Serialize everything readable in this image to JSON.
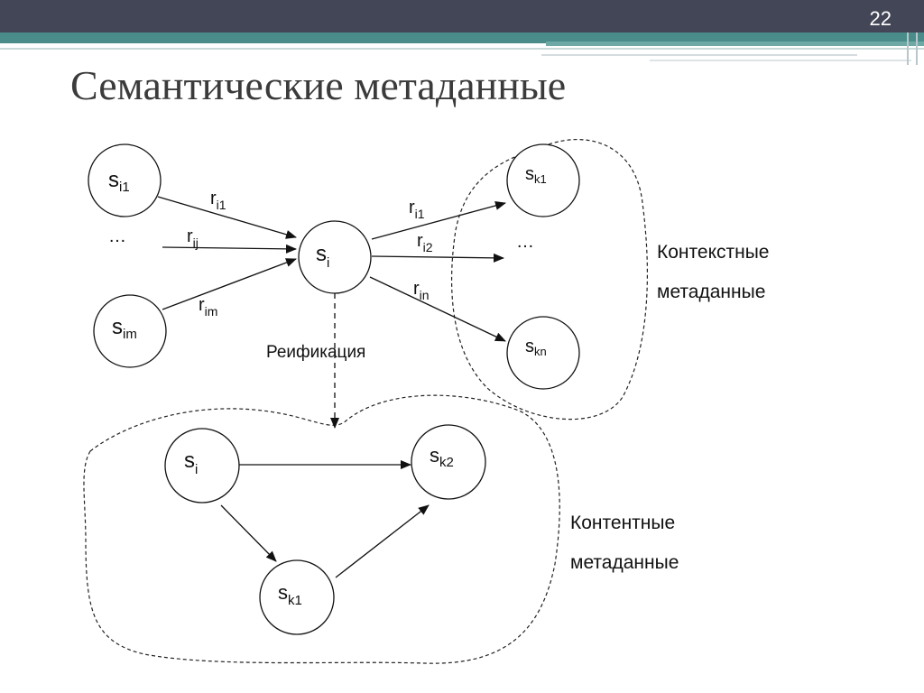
{
  "slide": {
    "number": "22",
    "title": "Семантические метаданные"
  },
  "diagram": {
    "nodes": [
      {
        "id": "si1",
        "base": "s",
        "sub": "i1"
      },
      {
        "id": "sim",
        "base": "s",
        "sub": "im"
      },
      {
        "id": "si",
        "base": "s",
        "sub": "i"
      },
      {
        "id": "sk1_top",
        "base": "s",
        "sub": "k1"
      },
      {
        "id": "skn",
        "base": "s",
        "sub": "kn"
      },
      {
        "id": "si_b",
        "base": "s",
        "sub": "i"
      },
      {
        "id": "sk2_b",
        "base": "s",
        "sub": "k2"
      },
      {
        "id": "sk1_b",
        "base": "s",
        "sub": "k1"
      }
    ],
    "edge_labels": [
      {
        "id": "ri1_in",
        "base": "r",
        "sub": "i1"
      },
      {
        "id": "rij",
        "base": "r",
        "sub": "ij"
      },
      {
        "id": "rim",
        "base": "r",
        "sub": "im"
      },
      {
        "id": "ri1_out",
        "base": "r",
        "sub": "i1"
      },
      {
        "id": "ri2",
        "base": "r",
        "sub": "i2"
      },
      {
        "id": "rin",
        "base": "r",
        "sub": "in"
      }
    ],
    "ellipsis": "…",
    "reification": "Реификация",
    "context_label_line1": "Контекстные",
    "context_label_line2": "метаданные",
    "content_label_line1": "Контентные",
    "content_label_line2": "метаданные"
  },
  "colors": {
    "top_bar": "#434656",
    "accent_band": "#4a8c89",
    "title": "#3b3b3b"
  }
}
